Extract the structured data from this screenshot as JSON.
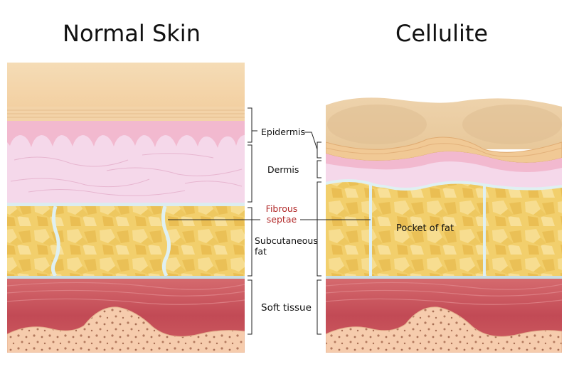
{
  "titles": {
    "left": "Normal Skin",
    "right": "Cellulite"
  },
  "labels": {
    "epidermis": "Epidermis",
    "dermis": "Dermis",
    "fibrous_line1": "Fibrous",
    "fibrous_line2": "septae",
    "subcutaneous_line1": "Subcutaneous",
    "subcutaneous_line2": "fat",
    "soft_tissue": "Soft tissue",
    "pocket_of_fat": "Pocket of fat"
  },
  "colors": {
    "top_layer": "#f6d9b1",
    "epidermis": "#f7c9d4",
    "dermis": "#f5d6e8",
    "fat": "#f3cf6a",
    "septae": "#dff0f2",
    "muscle": "#c9505a",
    "bone": "#f4c6a6",
    "accent_red": "#b22a2a"
  }
}
